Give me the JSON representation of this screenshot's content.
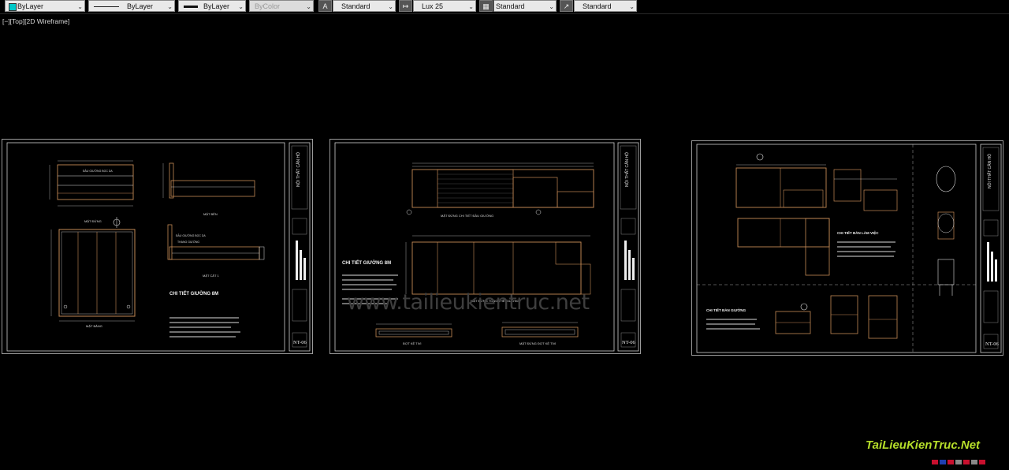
{
  "toolbar": {
    "color": {
      "label": "ByLayer",
      "swatch": "#00c8c8"
    },
    "linetype": {
      "label": "ByLayer"
    },
    "lineweight": {
      "label": "ByLayer"
    },
    "plotstyle": {
      "label": "ByColor"
    },
    "text_style": {
      "label": "Standard",
      "icon": "text-style-icon"
    },
    "dim_style": {
      "label": "Lux 25",
      "icon": "dimension-style-icon"
    },
    "table_style": {
      "label": "Standard",
      "icon": "table-style-icon"
    },
    "mleader_style": {
      "label": "Standard",
      "icon": "multileader-style-icon"
    }
  },
  "viewport": {
    "label": "[−][Top][2D Wireframe]"
  },
  "sheets": [
    {
      "sheet_no": "NT-06",
      "titles": [
        "MẶT ĐỨNG",
        "MẶT BẰNG",
        "MẶT BÊN",
        "MẶT CẮT 1"
      ],
      "detail_title": "CHI TIẾT GIƯỜNG 8M",
      "labels": [
        "ĐẦU GIƯỜNG BỌC DA",
        "ĐẦU GIƯỜNG BỌC DA",
        "THANG GIƯỜNG"
      ]
    },
    {
      "sheet_no": "NT-06",
      "titles": [
        "MẶT ĐỨNG CHI TIẾT ĐẦU GIƯỜNG",
        "MẶT ĐỨNG TỔNG THỂ GIƯỜNG",
        "ĐỢT KỆ TIVI",
        "MẶT ĐỨNG ĐỢT KỆ TIVI"
      ],
      "detail_title": "CHI TIẾT GIƯỜNG 8M"
    },
    {
      "sheet_no": "NT-06",
      "titles": [
        "CHI TIẾT BÀN GIƯỜNG",
        "CHI TIẾT BÀN LÀM VIỆC"
      ],
      "detail_title": "CHI TIẾT BÀN LÀM VIỆC"
    }
  ],
  "watermark": {
    "center": "www.tailieukientruc.net",
    "brand": "TaiLieuKienTruc.Net"
  },
  "colors": {
    "background": "#000000",
    "frame": "#9a9a9a",
    "furniture": "#c58a56",
    "text": "#e8e8e8"
  }
}
